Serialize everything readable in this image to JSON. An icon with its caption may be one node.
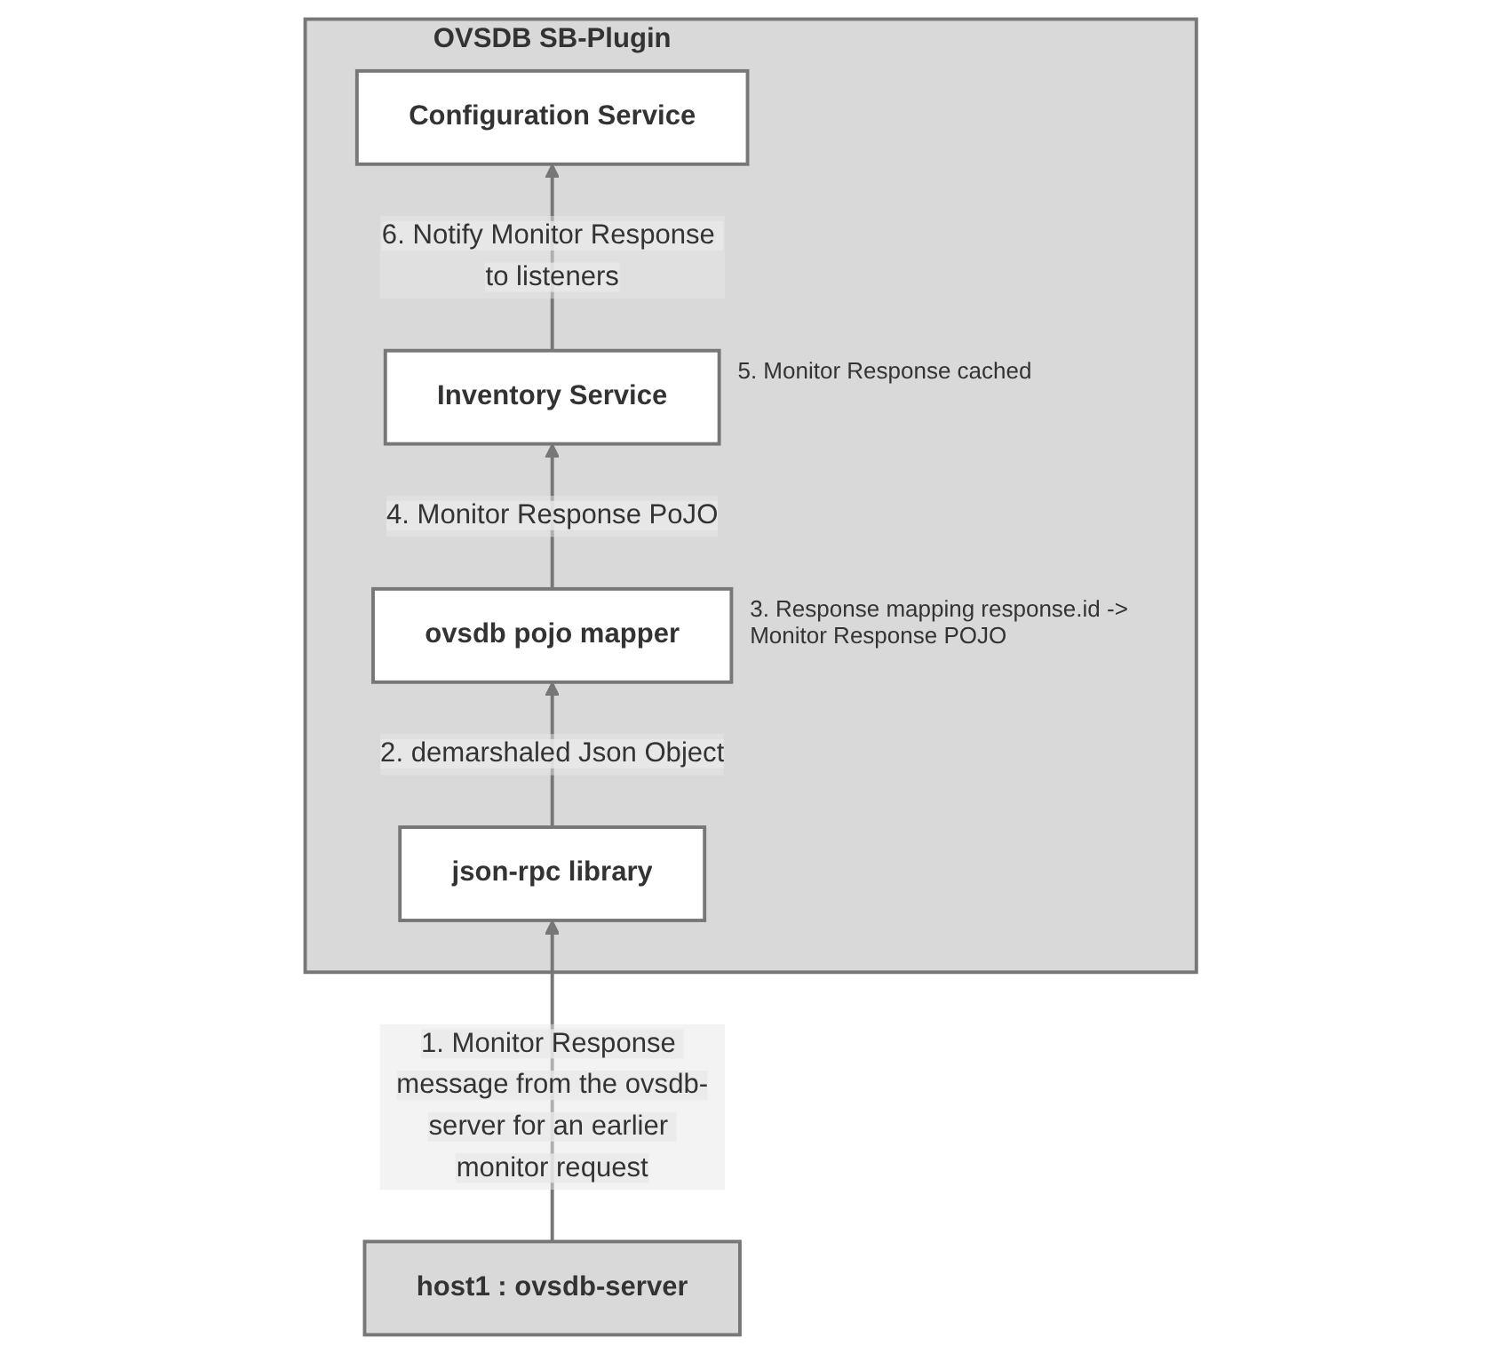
{
  "diagram": {
    "nodes": [
      {
        "text": [
          "OVSDB SB-Plugin"
        ]
      },
      {
        "text": [
          "Configuration Service"
        ],
        "in": 0
      },
      {
        "text": [
          "Inventory Service"
        ],
        "in": 0,
        "beside": [
          "5. Monitor Response cached"
        ]
      },
      {
        "text": [
          "ovsdb pojo mapper"
        ],
        "in": 0,
        "beside": [
          "3. Response mapping response.id -> Monitor Response POJO"
        ]
      },
      {
        "text": [
          "json-rpc library"
        ],
        "in": 0
      },
      {
        "text": [
          "host1 : ovsdb-server"
        ]
      }
    ],
    "edges": [
      {
        "from": 5,
        "to": 4,
        "arrow": "to",
        "label": "1. Monitor Response message from the ovsdb-server for an earlier monitor request"
      },
      {
        "from": 4,
        "to": 3,
        "arrow": "to",
        "label": "2. demarshaled Json Object"
      },
      {
        "from": 3,
        "to": 2,
        "arrow": "to",
        "label": "4. Monitor Response PoJO"
      },
      {
        "from": 2,
        "to": 1,
        "arrow": "to",
        "label": "6. Notify Monitor Response to listeners"
      }
    ]
  }
}
